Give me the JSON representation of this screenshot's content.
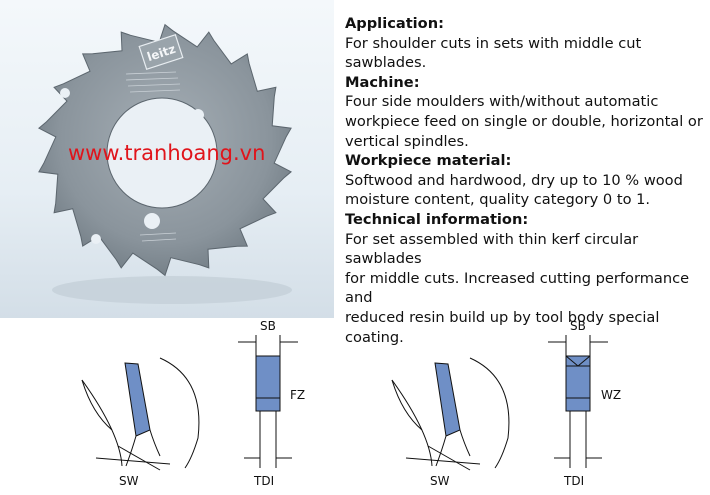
{
  "photo": {
    "brand_logo": "leitz",
    "watermark": "www.tranhoang.vn"
  },
  "spec": {
    "sections": [
      {
        "heading": "Application:",
        "lines": [
          "For shoulder cuts in sets with middle cut sawblades."
        ]
      },
      {
        "heading": "Machine:",
        "lines": [
          "Four side moulders with/without automatic",
          "workpiece feed on single or double, horizontal or",
          "vertical spindles."
        ]
      },
      {
        "heading": "Workpiece material:",
        "lines": [
          "Softwood and hardwood, dry up to 10 % wood",
          "moisture content, quality category 0 to 1."
        ]
      },
      {
        "heading": "Technical information:",
        "lines": [
          "For set assembled with thin kerf circular sawblades",
          "for middle cuts. Increased cutting performance and",
          "reduced resin build up by tool body special coating."
        ]
      }
    ]
  },
  "diagrams": {
    "left": {
      "side_label": "SW",
      "top_label": "SB",
      "tooth_label": "FZ",
      "bottom_label": "TDI"
    },
    "right": {
      "side_label": "SW",
      "top_label": "SB",
      "tooth_label": "WZ",
      "bottom_label": "TDI"
    }
  },
  "colors": {
    "blade": "#8d979f",
    "tooth": "#6f8fc6",
    "watermark": "#e0141b"
  }
}
